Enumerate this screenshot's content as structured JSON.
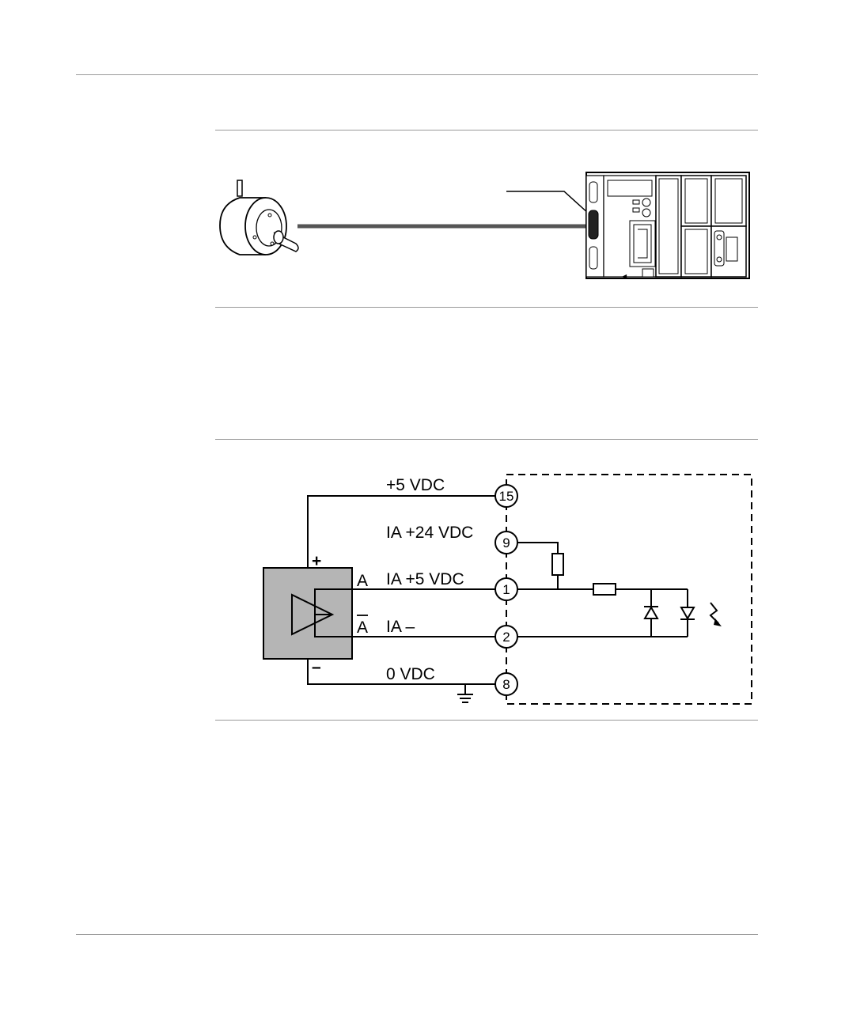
{
  "wiring": {
    "supply_plus_label": "+5 VDC",
    "ia24_label": "IA +24 VDC",
    "ia5_label": "IA +5 VDC",
    "ia_minus_label": "IA –",
    "zero_v_label": "0 VDC",
    "plus_sign": "+",
    "minus_sign": "–",
    "channel_a": "A",
    "channel_a_bar": "A",
    "pins": {
      "p15": "15",
      "p9": "9",
      "p1": "1",
      "p2": "2",
      "p8": "8"
    }
  }
}
